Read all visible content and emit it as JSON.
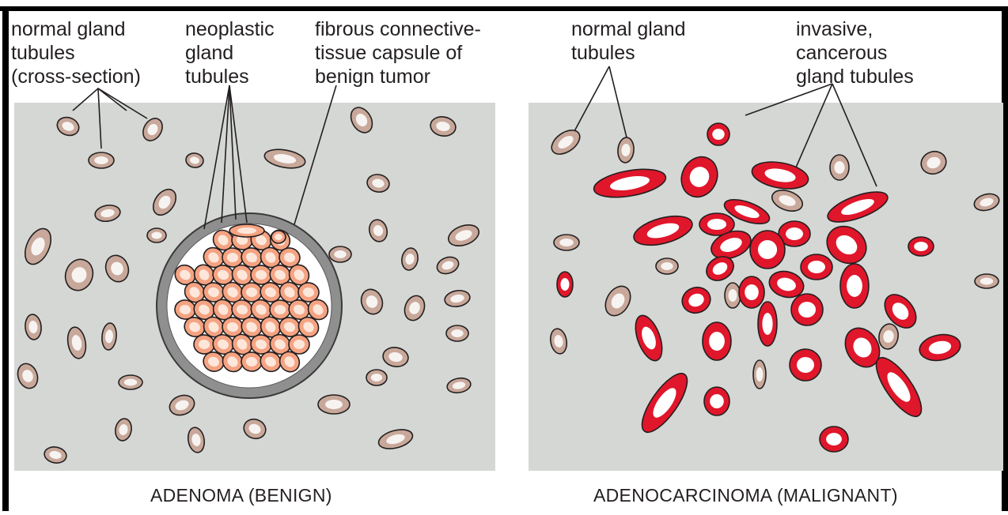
{
  "left_panel": {
    "label_normal": [
      "normal gland",
      "tubules",
      "(cross-section)"
    ],
    "label_neoplastic": [
      "neoplastic",
      "gland",
      "tubules"
    ],
    "label_capsule": [
      "fibrous connective-",
      "tissue capsule of",
      "benign tumor"
    ],
    "caption": "ADENOMA (BENIGN)"
  },
  "right_panel": {
    "label_normal": [
      "normal gland",
      "tubules"
    ],
    "label_invasive": [
      "invasive,",
      "cancerous",
      "gland tubules"
    ],
    "caption": "ADENOCARCINOMA (MALIGNANT)"
  },
  "colors": {
    "tissue": "#d4d7d3",
    "normal_gland": "#c8a89a",
    "neoplastic": "#f5a382",
    "cancer": "#e0162b",
    "capsule": "#8e8f8e"
  }
}
